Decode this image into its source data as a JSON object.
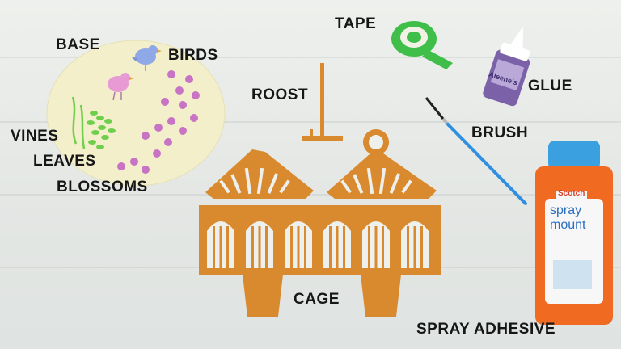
{
  "labels": {
    "base": "BASE",
    "birds": "BIRDS",
    "vines": "VINES",
    "leaves": "LEAVES",
    "blossoms": "BLOSSOMS",
    "roost": "ROOST",
    "cage": "CAGE",
    "tape": "TAPE",
    "glue": "GLUE",
    "brush": "BRUSH",
    "spray_adhesive": "SPRAY ADHESIVE"
  },
  "colors": {
    "cage": "#d98a2e",
    "base_disc": "#f3efcb",
    "blossom": "#c873c4",
    "leaf": "#6fcf4d",
    "bird_blue": "#8fa8e8",
    "bird_pink": "#e89ad4",
    "can_orange": "#f06a22",
    "can_cap": "#3aa0e0",
    "brush_handle": "#2f8fe0",
    "glue_bottle": "#7b62a8",
    "tape_dispenser": "#3fbf4a"
  },
  "products": {
    "glue_brand": "Aleene's",
    "spray_brand": "Scotch",
    "spray_name_1": "spray",
    "spray_name_2": "mount"
  }
}
